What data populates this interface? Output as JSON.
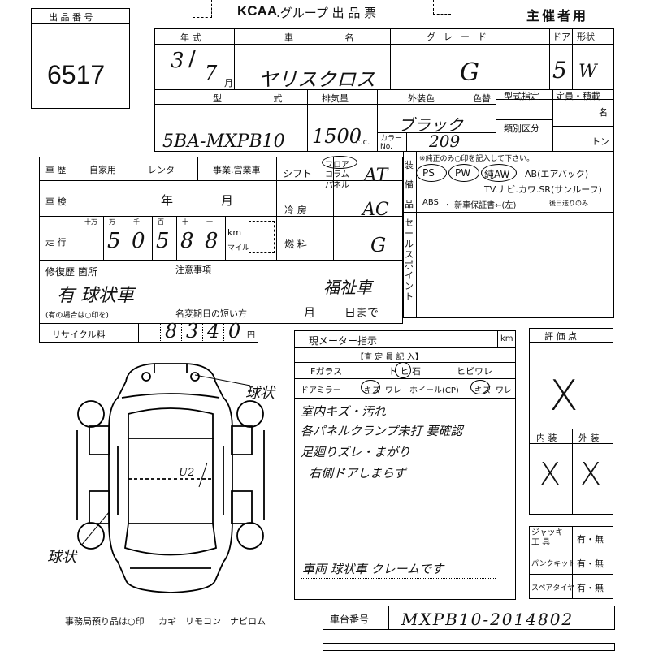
{
  "header": {
    "lot_label": "出 品 番 号",
    "lot_number": "6517",
    "brand": "KCAA",
    "group_title": ".グループ 出 品 票",
    "organizer": "主催者用"
  },
  "vehicle": {
    "year_label": "年 式",
    "year_value": "3",
    "month_value": "7",
    "month_unit": "月",
    "name_label": "車 名",
    "name_value": "ヤリスクロス",
    "grade_label": "グレード",
    "grade_value": "G",
    "doors_label": "ドア",
    "doors_value": "5",
    "shape_label": "形状",
    "shape_value": "W",
    "model_label": "型 式",
    "model_value": "5BA-MXPB10",
    "displacement_label": "排気量",
    "displacement_value": "1500",
    "displacement_unit": "c.c.",
    "color_label": "外装色",
    "color_value": "ブラック",
    "color_num_label": "カラー No.",
    "color_num_value": "209",
    "color_code_label": "色替",
    "type_label": "型式指定",
    "class_label": "類別区分",
    "capacity_label": "定員・積載",
    "capacity_unit_person": "名",
    "capacity_unit_ton": "トン"
  },
  "history": {
    "label": "車 歴",
    "options": [
      "自家用",
      "レンタ",
      "事業.営業車"
    ],
    "inspection_label": "車 検",
    "inspection_year_unit": "年",
    "inspection_month_unit": "月",
    "mileage_label": "走 行",
    "mileage_units": [
      "十万",
      "万",
      "千",
      "百",
      "十",
      "一"
    ],
    "mileage_digits": [
      "",
      "5",
      "0",
      "5",
      "8",
      "8"
    ],
    "mileage_km": "km",
    "mileage_mile": "マイル",
    "repair_label": "修復歴 箇所",
    "repair_value": "有 球状車",
    "repair_note": "(有の場合は○印を)",
    "notes_label": "注意事項",
    "notes_value": "福祉車",
    "owner_change_label": "名変期日の短い方",
    "owner_change_month": "月",
    "owner_change_day": "日まで",
    "recycle_label": "リサイクル料",
    "recycle_digits": [
      "",
      "8",
      "3",
      "4",
      "0"
    ],
    "recycle_unit": "円"
  },
  "drive": {
    "shift_label": "シフト",
    "shift_options": [
      "フロア",
      "コラム",
      "パネル"
    ],
    "shift_value": "AT",
    "ac_label": "冷 房",
    "ac_value": "AC",
    "fuel_label": "燃 料",
    "fuel_value": "G"
  },
  "equipment": {
    "label": "装備品",
    "note": "※純正のみ○印を記入して下さい。",
    "row1": [
      "PS",
      "PW",
      "純AW",
      "AB(エアバック)"
    ],
    "row2": "TV.ナビ.カワ.SR(サンルーフ)",
    "row3_abs": "ABS",
    "row3_rest": "・ 新車保証書←(左)",
    "row3_note": "後日送りのみ"
  },
  "sales_point": {
    "label": "セールスポイント"
  },
  "meter": {
    "label": "現メーター指示",
    "unit": "km",
    "inspector_label": "【査 定 員 記 入】",
    "glass_items": [
      "Fガラス",
      "ト ヒ 石",
      "ヒビワレ"
    ],
    "mirror_label": "ドアミラー",
    "mirror_items": [
      "キズ",
      "ワレ"
    ],
    "wheel_label": "ホイール(CP)",
    "wheel_items": [
      "キズ",
      "ワレ"
    ],
    "notes": [
      "室内キズ・汚れ",
      "各パネルクランプ未打 要確認",
      "足廻りズレ・まがり",
      "右側ドアしまらず"
    ],
    "summary": "車両 球状車 クレームです"
  },
  "score": {
    "label": "評 価 点",
    "value": "X",
    "interior_label": "内 装",
    "interior_value": "X",
    "exterior_label": "外 装",
    "exterior_value": "X"
  },
  "tools": {
    "jack_label": "ジャッキ 工 具",
    "jack_value": "有・無",
    "puncture_label": "パンクキット",
    "puncture_value": "有・無",
    "spare_label": "スペアタイヤ",
    "spare_value": "有・無"
  },
  "diagram": {
    "mark_right": "球状",
    "mark_left": "球状",
    "mark_u2": "U2"
  },
  "footer": {
    "office_note": "事務局預り品は○印",
    "items": [
      "カギ",
      "リモコン",
      "ナビロム"
    ],
    "chassis_label": "車台番号",
    "chassis_value": "MXPB10-2014802"
  }
}
